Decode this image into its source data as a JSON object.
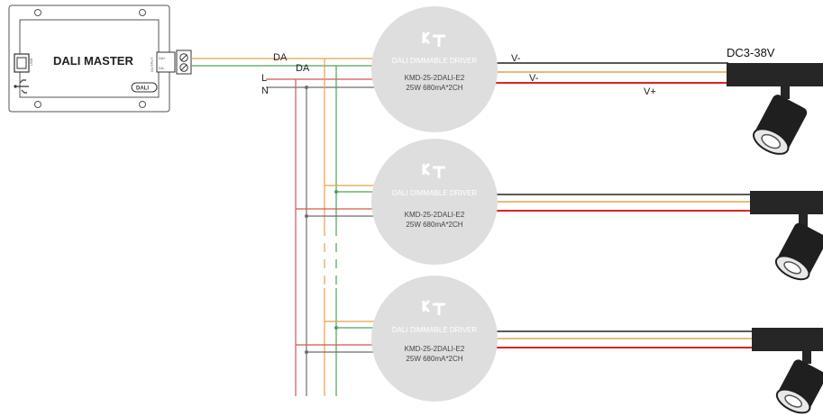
{
  "master": {
    "title": "DALI MASTER",
    "port_text": "USB",
    "output_text": "OUTPUT",
    "terminal_a": "DA+",
    "terminal_b": "DA-",
    "logo": "DALI"
  },
  "drivers": [
    {
      "brand": "K-T",
      "title": "DALI DIMMABLE DRIVER",
      "model": "KMD-25-2DALI-E2",
      "spec": "25W 680mA*2CH"
    },
    {
      "brand": "K-T",
      "title": "DALI DIMMABLE DRIVER",
      "model": "KMD-25-2DALI-E2",
      "spec": "25W 680mA*2CH"
    },
    {
      "brand": "K-T",
      "title": "DALI DIMMABLE DRIVER",
      "model": "KMD-25-2DALI-E2",
      "spec": "25W 680mA*2CH"
    }
  ],
  "wires": {
    "da_1": "DA",
    "da_2": "DA",
    "l": "L",
    "n": "N",
    "v_minus_1": "V-",
    "v_minus_2": "V-",
    "v_plus": "V+",
    "dc": "DC3-38V"
  },
  "colors": {
    "da_orange": "#e8a04a",
    "da_green": "#4aa35a",
    "live_red": "#d9534f",
    "neutral_gray": "#6e6e6e",
    "output_black": "#222222",
    "output_orange": "#e8a04a",
    "output_red": "#dd2222",
    "driver_body": "#dedede"
  }
}
